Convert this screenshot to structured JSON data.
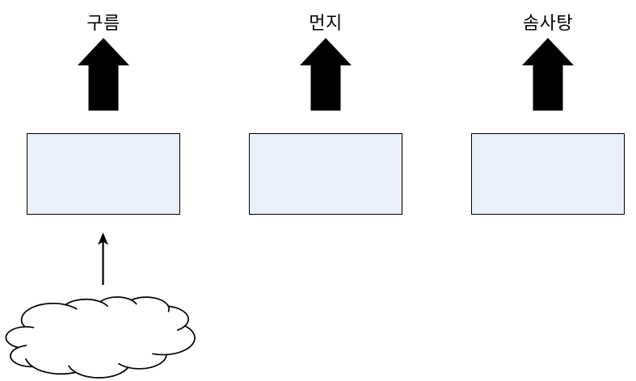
{
  "diagram": {
    "columns": [
      {
        "label": "구름"
      },
      {
        "label": "먼지"
      },
      {
        "label": "솜사탕"
      }
    ],
    "source_shape": "cloud",
    "colors": {
      "background": "#FFFFFF",
      "box_fill": "#E9F0F9",
      "box_border": "#000000",
      "arrow": "#000000",
      "cloud_outline": "#000000",
      "label_text": "#000000"
    }
  }
}
